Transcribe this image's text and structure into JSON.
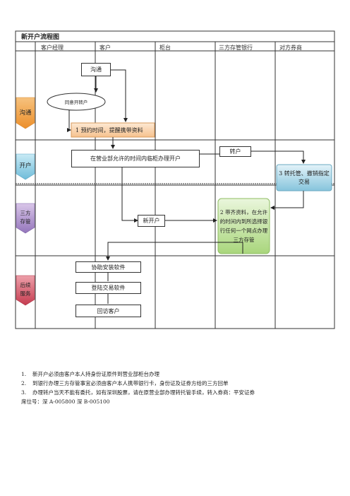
{
  "title": "新开户流程图",
  "lanes": [
    "客户经理",
    "客户",
    "柜台",
    "三方存管银行",
    "对方券商"
  ],
  "stages": [
    "沟通",
    "开户",
    "三方存管",
    "后续服务"
  ],
  "nodes": {
    "gou_tong": "沟通",
    "tong_yi": "同意开转户",
    "yu_yue": "1 预约时间，提醒携带资料",
    "ying_ye": "在营业部允许的时间内临柜办理开户",
    "zhuan_hu": "转户",
    "tuo_guan": "3 转托管、撤销指定交易",
    "xin_kai_hu": "新开户",
    "dai_qi": "2 带齐资料，在允许的时间内到所选择银行任何一个网点办理三方存管",
    "xie_zhu": "协助安装软件",
    "deng_lu": "登陆交易软件",
    "hui_fang": "回访客户"
  },
  "colors": {
    "stage_orange": "#f2a54a",
    "stage_blue": "#8fcfe6",
    "stage_purple": "#b79ad0",
    "stage_red": "#d9576a",
    "green_box": "#c8e6a8",
    "blue_box": "#9fd0e2",
    "orange_box": "#fbd9b5"
  },
  "notes": [
    {
      "num": "1.",
      "text": "新开户必须由客户本人持身份证原件到营业部柜台办理"
    },
    {
      "num": "2.",
      "text": "到银行办理三方存管事宜必须由客户本人携带银行卡，身份证及证券方给的三方回单"
    },
    {
      "num": "3.",
      "text": "办理转户当天不能有委托，如有深圳股票，请在原营业部办理转托管手续，转入券商：平安证券"
    }
  ],
  "seat_numbers": "席位号：深 A-005800    深 B-005100"
}
